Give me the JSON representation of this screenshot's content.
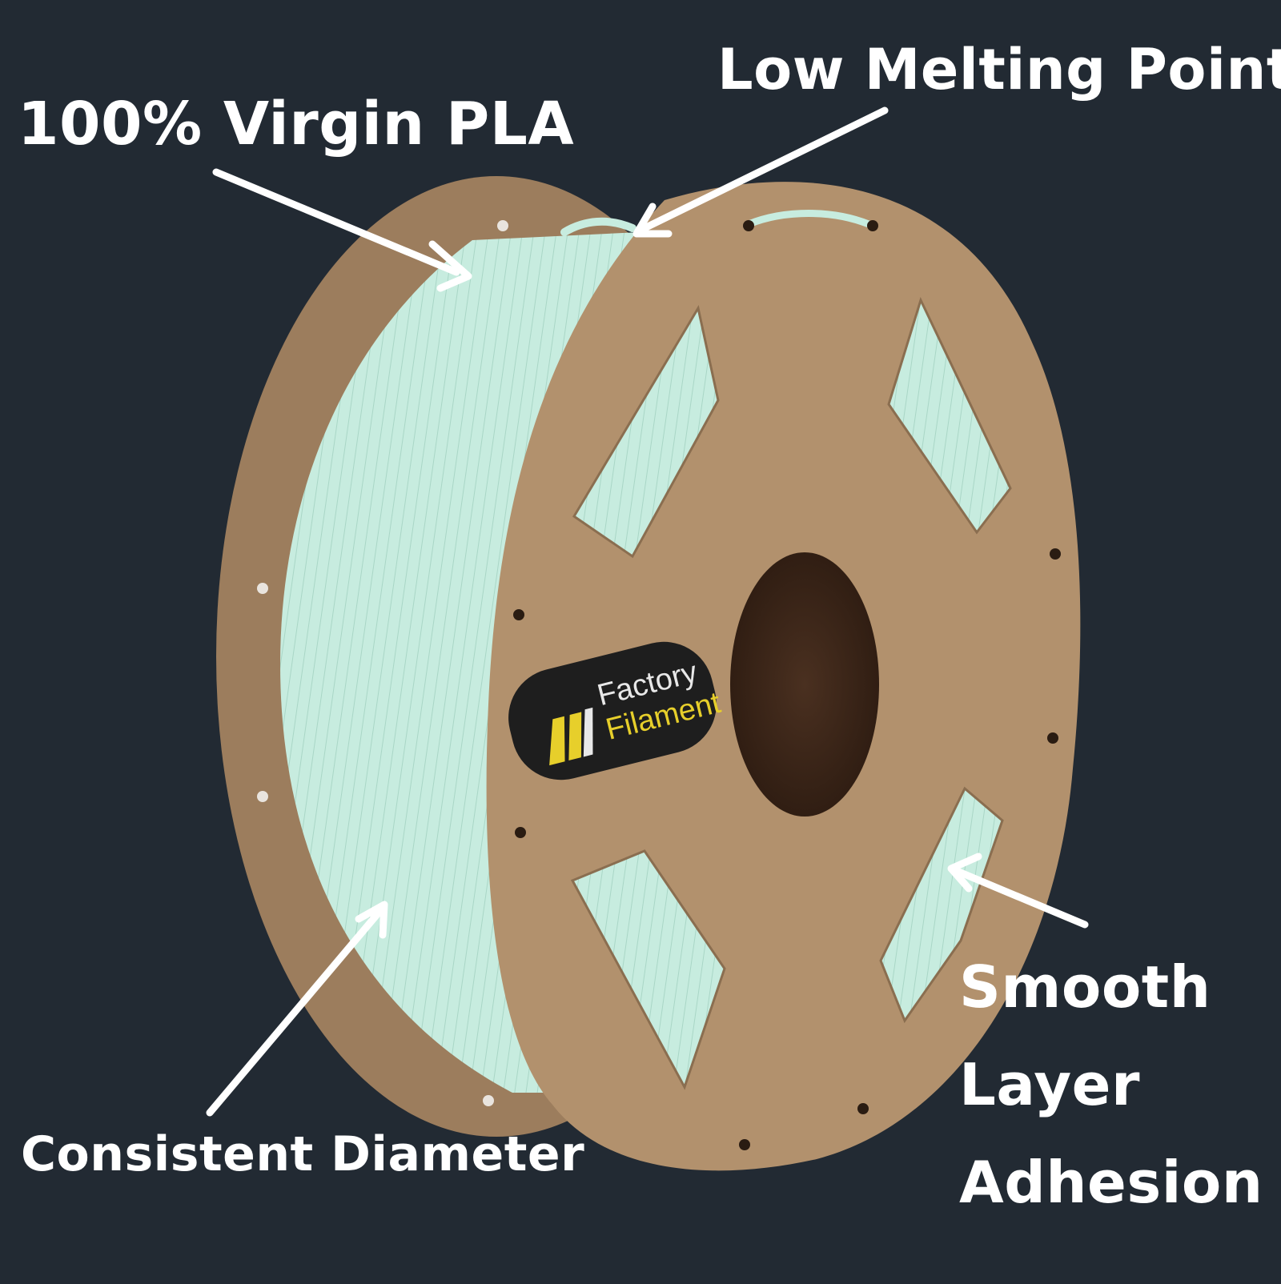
{
  "colors": {
    "background": "#222a33",
    "cardboard": "#b2916d",
    "cardboard_back": "#9c7d5d",
    "filament": "#c7ecdf",
    "label_bg": "#1e1e1e",
    "brand_white": "#e8e8e8",
    "brand_yellow": "#e7cf2b",
    "callout_text": "#ffffff"
  },
  "callouts": {
    "virgin_pla": "100% Virgin PLA",
    "low_melting_point": "Low Melting Point",
    "consistent_diameter": "Consistent Diameter",
    "smooth_layer_adhesion": "Smooth Layer Adhesion"
  },
  "spool_label": {
    "brand_line1": "Factory",
    "brand_line2": "Filament",
    "logo_icon": "factory-filament-logo-icon"
  }
}
